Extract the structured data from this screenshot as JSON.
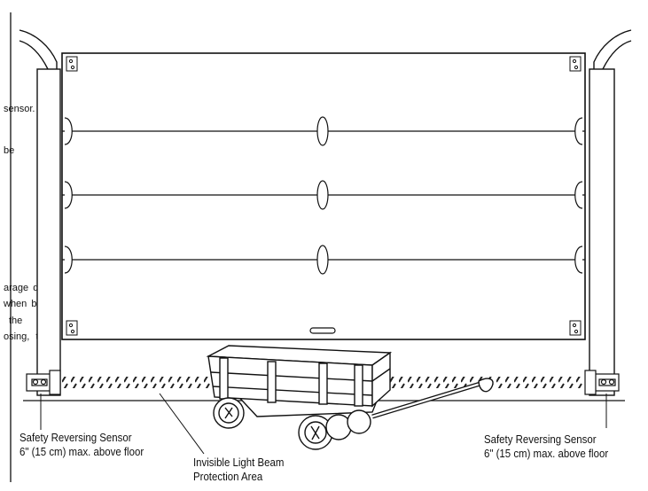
{
  "fragments": [
    "sensor.",
    "be",
    "arage  door",
    "when  both",
    "the",
    "osing,  the"
  ],
  "labels": {
    "left_sensor": {
      "line1": "Safety Reversing Sensor",
      "line2": "6\" (15 cm) max. above floor"
    },
    "right_sensor": {
      "line1": "Safety Reversing Sensor",
      "line2": "6\" (15 cm) max. above floor"
    },
    "beam": {
      "line1": "Invisible Light Beam",
      "line2": "Protection Area"
    }
  },
  "door": {
    "panel_count": 4
  }
}
